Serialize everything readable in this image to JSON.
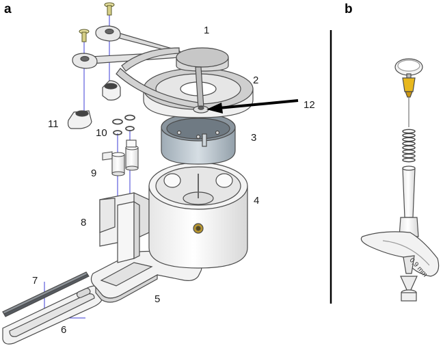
{
  "panels": {
    "a": "a",
    "b": "b"
  },
  "parts": {
    "p1": "1",
    "p2": "2",
    "p3": "3",
    "p4": "4",
    "p5": "5",
    "p6": "6",
    "p7": "7",
    "p8": "8",
    "p9": "9",
    "p10": "10",
    "p11": "11",
    "p12": "12"
  },
  "needle_marking": "0,9 mm",
  "colors": {
    "part_fill": "#f2f2f2",
    "part_stroke": "#4a4a4a",
    "assembly_line": "#3b3bd6",
    "ring_band": "#b8c4cc",
    "hub_yellow": "#e8b81e",
    "arrow": "#000000"
  }
}
